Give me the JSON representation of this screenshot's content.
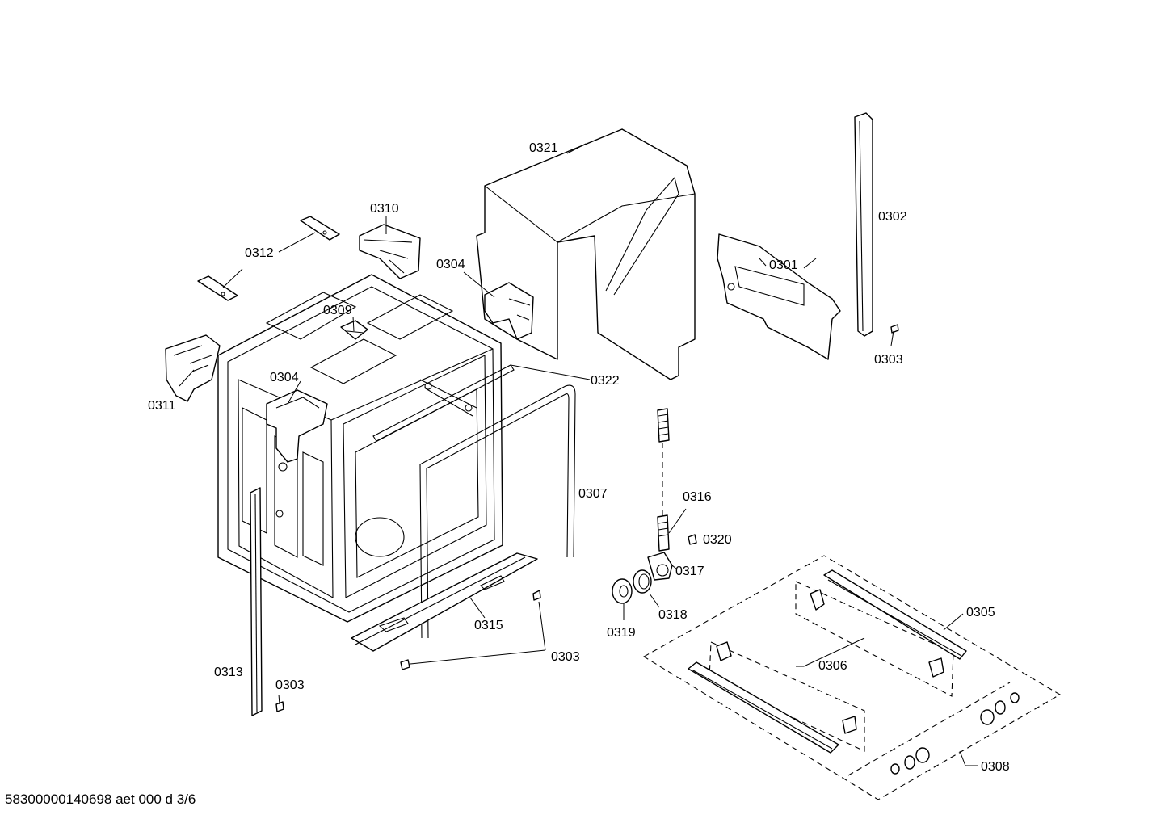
{
  "labels": {
    "p0301": "0301",
    "p0302": "0302",
    "p0303": "0303",
    "p0304": "0304",
    "p0305": "0305",
    "p0306": "0306",
    "p0307": "0307",
    "p0308": "0308",
    "p0309": "0309",
    "p0310": "0310",
    "p0311": "0311",
    "p0312": "0312",
    "p0313": "0313",
    "p0315": "0315",
    "p0316": "0316",
    "p0317": "0317",
    "p0318": "0318",
    "p0319": "0319",
    "p0320": "0320",
    "p0321": "0321",
    "p0322": "0322"
  },
  "footer": "58300000140698 aet 000 d 3/6"
}
